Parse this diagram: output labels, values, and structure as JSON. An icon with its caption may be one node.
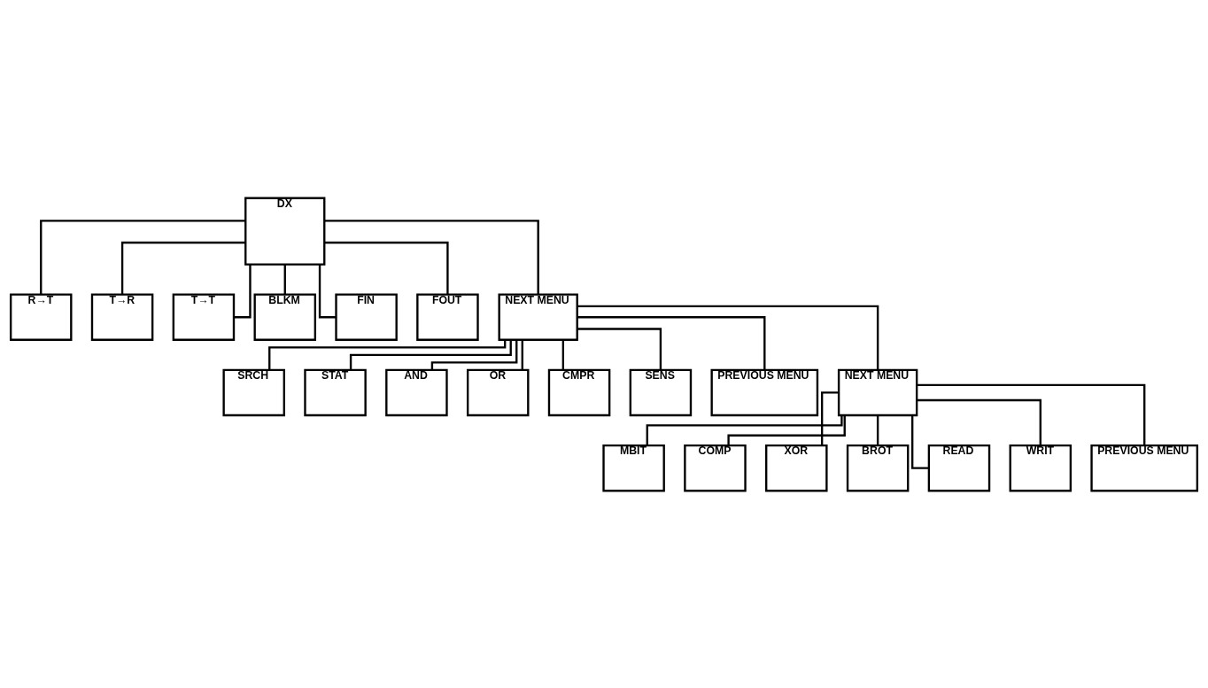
{
  "diagram": {
    "nodes": [
      {
        "text": [
          "DX"
        ]
      },
      {
        "text": [
          "R→T"
        ]
      },
      {
        "text": [
          "T→R"
        ]
      },
      {
        "text": [
          "T→T"
        ]
      },
      {
        "text": [
          "BLKM"
        ]
      },
      {
        "text": [
          "FIN"
        ]
      },
      {
        "text": [
          "FOUT"
        ]
      },
      {
        "text": [
          "NEXT MENU"
        ]
      },
      {
        "text": [
          "SRCH"
        ]
      },
      {
        "text": [
          "STAT"
        ]
      },
      {
        "text": [
          "AND"
        ]
      },
      {
        "text": [
          "OR"
        ]
      },
      {
        "text": [
          "CMPR"
        ]
      },
      {
        "text": [
          "SENS"
        ]
      },
      {
        "text": [
          "PREVIOUS MENU"
        ]
      },
      {
        "text": [
          "NEXT MENU"
        ]
      },
      {
        "text": [
          "MBIT"
        ]
      },
      {
        "text": [
          "COMP"
        ]
      },
      {
        "text": [
          "XOR"
        ]
      },
      {
        "text": [
          "BROT"
        ]
      },
      {
        "text": [
          "READ"
        ]
      },
      {
        "text": [
          "WRIT"
        ]
      },
      {
        "text": [
          "PREVIOUS MENU"
        ]
      }
    ],
    "edges": [
      {
        "from": 0,
        "to": 1,
        "arrow": "none"
      },
      {
        "from": 0,
        "to": 2,
        "arrow": "none"
      },
      {
        "from": 0,
        "to": 3,
        "arrow": "none"
      },
      {
        "from": 0,
        "to": 4,
        "arrow": "none"
      },
      {
        "from": 0,
        "to": 5,
        "arrow": "none"
      },
      {
        "from": 0,
        "to": 6,
        "arrow": "none"
      },
      {
        "from": 0,
        "to": 7,
        "arrow": "none"
      },
      {
        "from": 7,
        "to": 8,
        "arrow": "none"
      },
      {
        "from": 7,
        "to": 9,
        "arrow": "none"
      },
      {
        "from": 7,
        "to": 10,
        "arrow": "none"
      },
      {
        "from": 7,
        "to": 11,
        "arrow": "none"
      },
      {
        "from": 7,
        "to": 12,
        "arrow": "none"
      },
      {
        "from": 7,
        "to": 13,
        "arrow": "none"
      },
      {
        "from": 7,
        "to": 14,
        "arrow": "none"
      },
      {
        "from": 7,
        "to": 15,
        "arrow": "none"
      },
      {
        "from": 15,
        "to": 16,
        "arrow": "none"
      },
      {
        "from": 15,
        "to": 17,
        "arrow": "none"
      },
      {
        "from": 15,
        "to": 18,
        "arrow": "none"
      },
      {
        "from": 15,
        "to": 19,
        "arrow": "none"
      },
      {
        "from": 15,
        "to": 20,
        "arrow": "none"
      },
      {
        "from": 15,
        "to": 21,
        "arrow": "none"
      },
      {
        "from": 15,
        "to": 22,
        "arrow": "none"
      }
    ]
  }
}
